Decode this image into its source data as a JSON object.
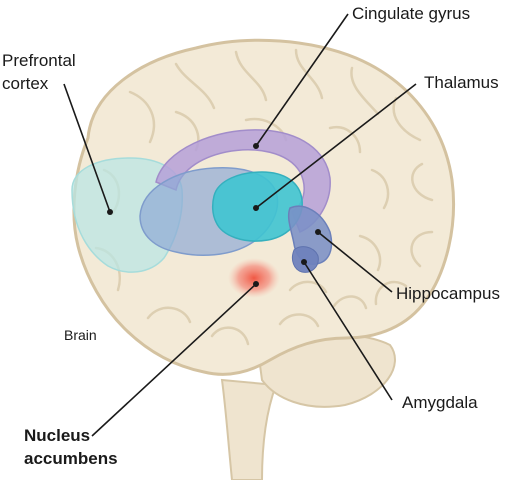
{
  "labels": {
    "prefrontal_cortex_line1": "Prefrontal",
    "prefrontal_cortex_line2": "cortex",
    "cingulate_gyrus": "Cingulate gyrus",
    "thalamus": "Thalamus",
    "hippocampus": "Hippocampus",
    "amygdala": "Amygdala",
    "brain": "Brain",
    "nucleus_accumbens_line1": "Nucleus",
    "nucleus_accumbens_line2": "accumbens"
  },
  "colors": {
    "brain_fill": "#f3ead7",
    "brain_line": "#d4c2a0",
    "prefrontal": "#b9e6e4",
    "cingulate": "#b5a0d8",
    "thalamus": "#3fc4d2",
    "hippocampus": "#7b8fc6",
    "amygdala": "#6f82bd",
    "nucleus_accumbens": "#f25a4a"
  }
}
